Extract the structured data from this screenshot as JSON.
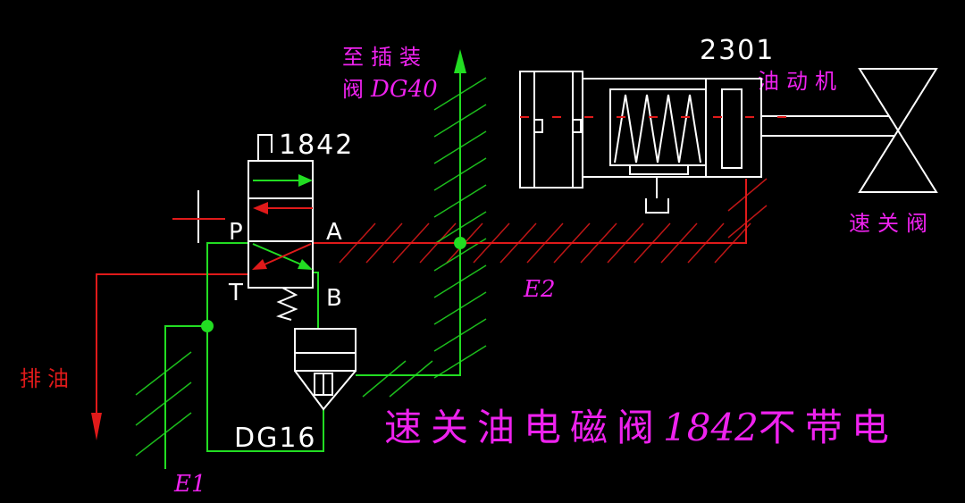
{
  "colors": {
    "background": "#000000",
    "line_white": "#ffffff",
    "oil_green": "#22dd22",
    "oil_red": "#e01a1a",
    "label_magenta": "#ee22ee"
  },
  "labels": {
    "to_cartridge_line1": "至插装",
    "to_cartridge_line2_prefix": "阀",
    "to_cartridge_line2_code": "DG40",
    "actuator_number": "2301",
    "actuator_name": "油动机",
    "trip_valve_name": "速关阀",
    "solenoid_valve_number": "1842",
    "port_p": "P",
    "port_a": "A",
    "port_t": "T",
    "port_b": "B",
    "line_e1": "E1",
    "line_e2": "E2",
    "drain_label": "排油",
    "cartridge_valve": "DG16",
    "caption_prefix": "速关油电磁阀",
    "caption_number": "1842",
    "caption_suffix": "不带电"
  }
}
